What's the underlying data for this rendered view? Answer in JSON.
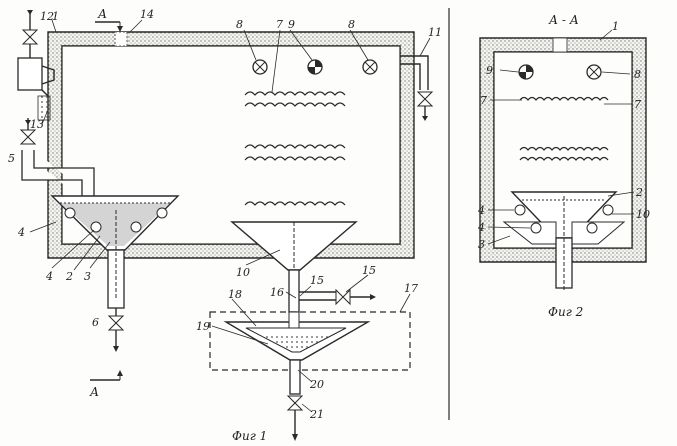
{
  "figures": {
    "fig1": {
      "caption": "Фиг 1"
    },
    "fig2": {
      "caption": "Фиг 2",
      "section_title": "А - А"
    }
  },
  "section_marks": {
    "top": "А",
    "bottom": "А"
  },
  "labels_fig1": [
    "12",
    "1",
    "14",
    "8",
    "9",
    "8",
    "7",
    "11",
    "13",
    "5",
    "4",
    "2",
    "3",
    "4",
    "6",
    "10",
    "15",
    "16",
    "15",
    "17",
    "18",
    "19",
    "20",
    "21"
  ],
  "labels_fig2": [
    "1",
    "9",
    "8",
    "7",
    "7",
    "2",
    "4",
    "4",
    "10",
    "3"
  ],
  "colors": {
    "ink": "#2a2a2a",
    "hatch": "#8a8a8a",
    "liquid": "#bdbdbd",
    "paper": "#fdfdfb"
  }
}
